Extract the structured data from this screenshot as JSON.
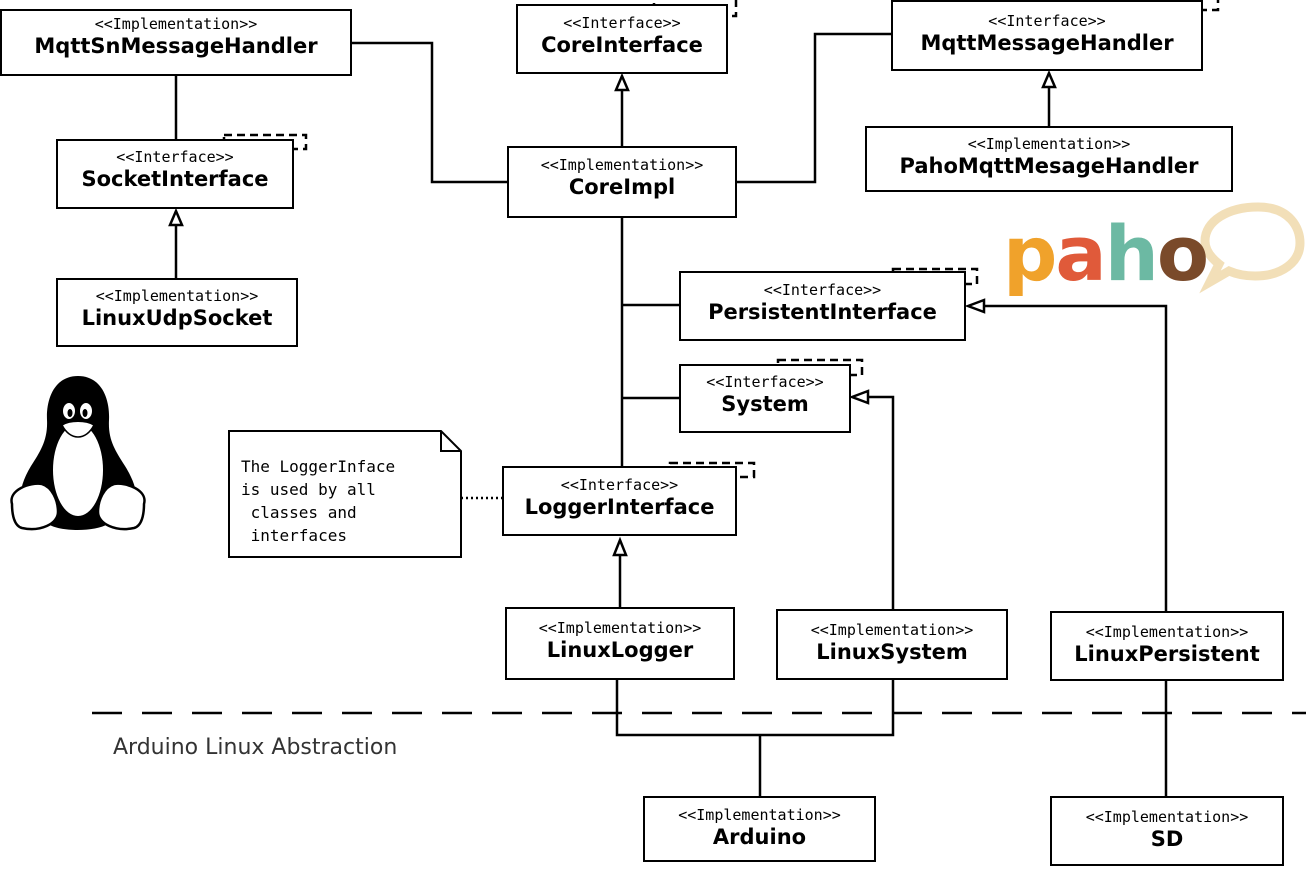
{
  "classes": {
    "mqttsn_handler": {
      "stereotype": "<<Implementation>>",
      "name": "MqttSnMessageHandler"
    },
    "core_interface": {
      "stereotype": "<<Interface>>",
      "name": "CoreInterface"
    },
    "mqtt_handler": {
      "stereotype": "<<Interface>>",
      "name": "MqttMessageHandler"
    },
    "socket_interface": {
      "stereotype": "<<Interface>>",
      "name": "SocketInterface"
    },
    "core_impl": {
      "stereotype": "<<Implementation>>",
      "name": "CoreImpl"
    },
    "paho_handler": {
      "stereotype": "<<Implementation>>",
      "name": "PahoMqttMesageHandler"
    },
    "linux_udp_socket": {
      "stereotype": "<<Implementation>>",
      "name": "LinuxUdpSocket"
    },
    "persistent_interface": {
      "stereotype": "<<Interface>>",
      "name": "PersistentInterface"
    },
    "system": {
      "stereotype": "<<Interface>>",
      "name": "System"
    },
    "logger_interface": {
      "stereotype": "<<Interface>>",
      "name": "LoggerInterface"
    },
    "linux_logger": {
      "stereotype": "<<Implementation>>",
      "name": "LinuxLogger"
    },
    "linux_system": {
      "stereotype": "<<Implementation>>",
      "name": "LinuxSystem"
    },
    "linux_persistent": {
      "stereotype": "<<Implementation>>",
      "name": "LinuxPersistent"
    },
    "arduino": {
      "stereotype": "<<Implementation>>",
      "name": "Arduino"
    },
    "sd": {
      "stereotype": "<<Implementation>>",
      "name": "SD"
    }
  },
  "note": {
    "text": "The LoggerInface\nis used by all\n classes and\n interfaces"
  },
  "abstraction_label": "Arduino Linux Abstraction",
  "paho_logo": {
    "letters": [
      "p",
      "a",
      "h",
      "o"
    ],
    "colors": [
      "#f0a22b",
      "#e05a3a",
      "#6cb9a3",
      "#7a4a2a"
    ],
    "bubble_color": "#f2dfb8"
  },
  "tux_colors": {
    "body": "#000000",
    "belly": "#ffffff"
  }
}
